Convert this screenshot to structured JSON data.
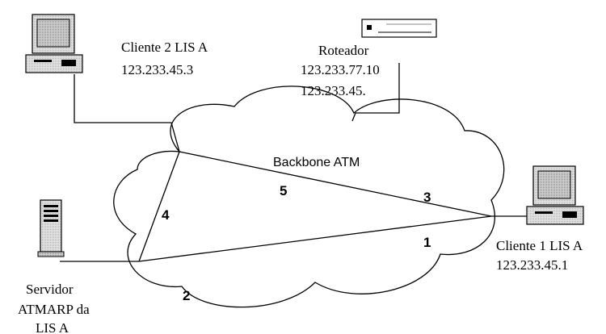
{
  "router": {
    "name": "Roteador",
    "ip1": "123.233.77.10",
    "ip2": "123.233.45."
  },
  "client2": {
    "name": "Cliente 2 LIS A",
    "ip": "123.233.45.3"
  },
  "client1": {
    "name": "Cliente 1 LIS A",
    "ip": "123.233.45.1"
  },
  "server": {
    "line1": "Servidor",
    "line2": "ATMARP da",
    "line3": "LIS A"
  },
  "cloud": {
    "label": "Backbone ATM"
  },
  "connections": [
    {
      "label": "1"
    },
    {
      "label": "2"
    },
    {
      "label": "3"
    },
    {
      "label": "4"
    },
    {
      "label": "5"
    }
  ],
  "icons": {
    "workstation": "desktop-computer-icon",
    "router": "router-icon",
    "server": "tower-server-icon"
  }
}
